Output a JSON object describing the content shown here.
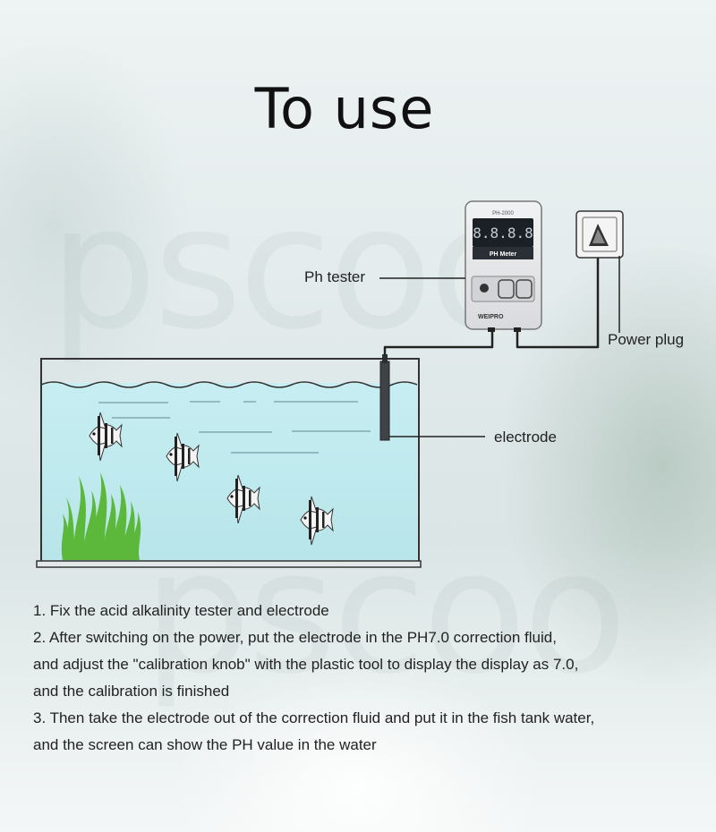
{
  "title": "To use",
  "watermark": [
    "pscoo",
    "pscoo"
  ],
  "device": {
    "model": "PH-2000",
    "display": "8.8.8.8",
    "name": "PH Meter",
    "brand": "WEIPRO"
  },
  "labels": {
    "tester": "Ph tester",
    "plug": "Power plug",
    "electrode": "electrode"
  },
  "steps": [
    "1. Fix the acid alkalinity tester and electrode",
    "2. After switching on the power, put the electrode in the PH7.0 correction fluid,",
    "and adjust the \"calibration knob\" with the plastic tool to display the display as 7.0,",
    "and the calibration is finished",
    "3. Then take the electrode out of the correction fluid and put it in the fish tank water,",
    "and the screen can show the PH value in the water"
  ],
  "colors": {
    "water": "#bfe9ee",
    "plant": "#5cb83a",
    "meter_body": "#e9eaec",
    "meter_display": "#1b1f26"
  }
}
